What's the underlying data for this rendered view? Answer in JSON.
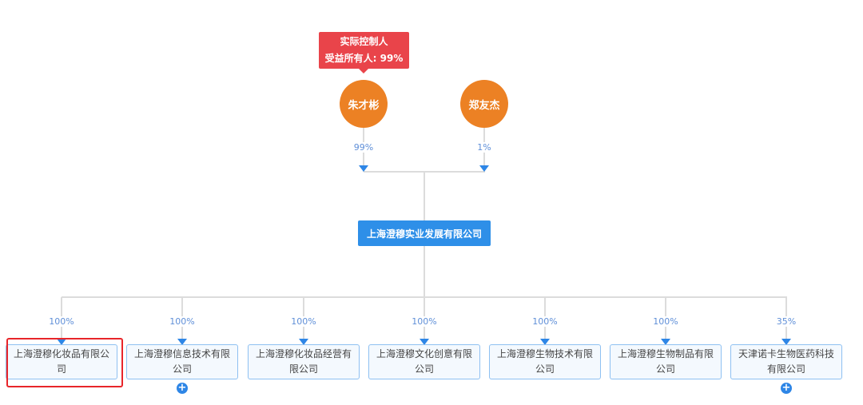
{
  "tooltip": {
    "line1": "实际控制人",
    "line2": "受益所有人: 99%",
    "color": "#e9444a"
  },
  "shareholders": [
    {
      "name": "朱才彬",
      "percent": "99%"
    },
    {
      "name": "郑友杰",
      "percent": "1%"
    }
  ],
  "company": {
    "name": "上海澄穆实业发展有限公司"
  },
  "subsidiaries": [
    {
      "name": "上海澄穆化妆品有限公司",
      "percent": "100%",
      "expandable": false,
      "selected": true
    },
    {
      "name": "上海澄穆信息技术有限公司",
      "percent": "100%",
      "expandable": true
    },
    {
      "name": "上海澄穆化妆品经营有限公司",
      "percent": "100%",
      "expandable": false
    },
    {
      "name": "上海澄穆文化创意有限公司",
      "percent": "100%",
      "expandable": false
    },
    {
      "name": "上海澄穆生物技术有限公司",
      "percent": "100%",
      "expandable": false
    },
    {
      "name": "上海澄穆生物制品有限公司",
      "percent": "100%",
      "expandable": false
    },
    {
      "name": "天津诺卡生物医药科技有限公司",
      "percent": "35%",
      "expandable": true
    }
  ],
  "expand_icon": "plus-circle-icon"
}
